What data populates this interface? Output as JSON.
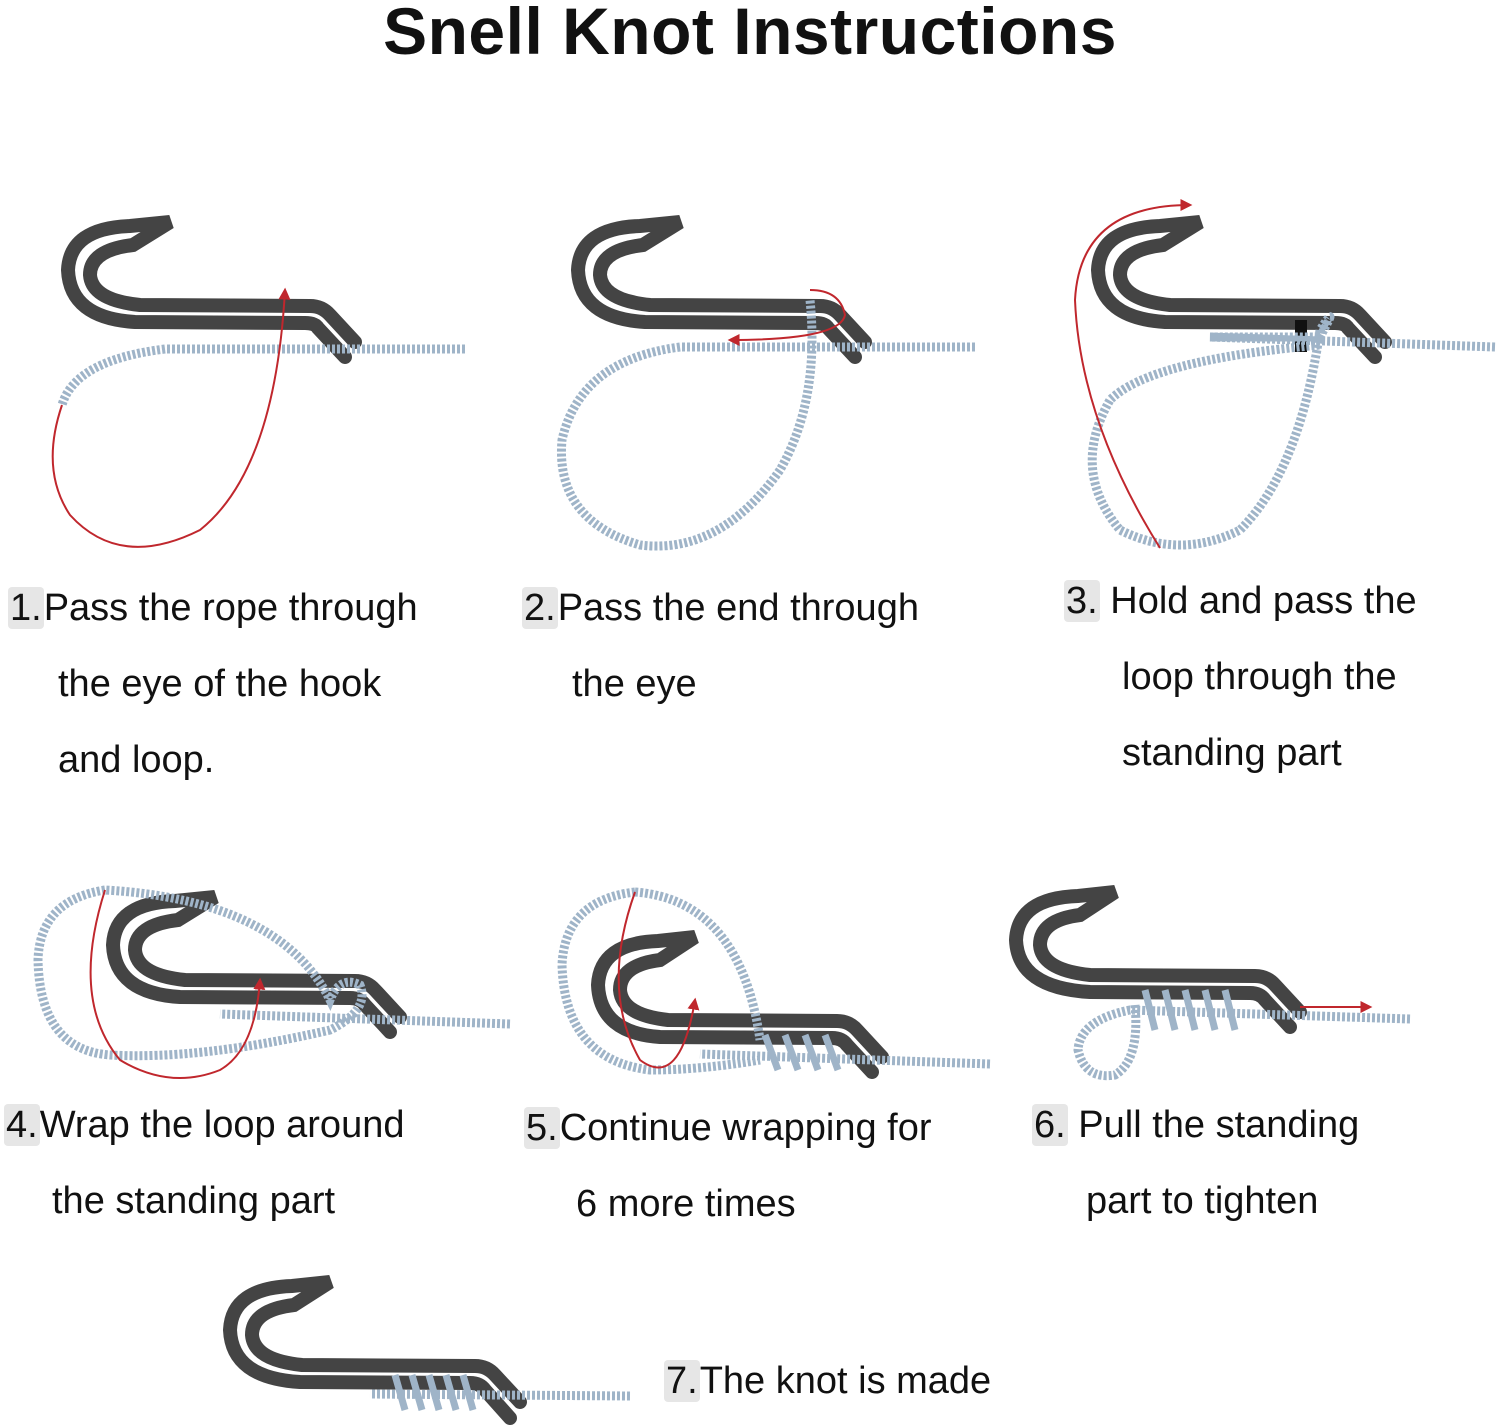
{
  "title": "Snell Knot Instructions",
  "colors": {
    "hook": "#444444",
    "line": "#9fb4c8",
    "arrow": "#c0272d",
    "badge": "#e6e6e6"
  },
  "steps": [
    {
      "num": "1.",
      "lines": [
        "Pass the rope through",
        "the eye of the hook",
        "and loop."
      ]
    },
    {
      "num": "2.",
      "lines": [
        "Pass the end through",
        "the eye"
      ]
    },
    {
      "num": "3.",
      "lines": [
        "Hold and pass the",
        "loop through the",
        "standing part"
      ]
    },
    {
      "num": "4.",
      "lines": [
        "Wrap the loop around",
        "the standing part"
      ]
    },
    {
      "num": "5.",
      "lines": [
        "Continue wrapping for",
        "6 more times"
      ]
    },
    {
      "num": "6.",
      "lines": [
        "Pull the standing",
        "part to tighten"
      ]
    },
    {
      "num": "7.",
      "lines": [
        "The knot is made"
      ]
    }
  ]
}
